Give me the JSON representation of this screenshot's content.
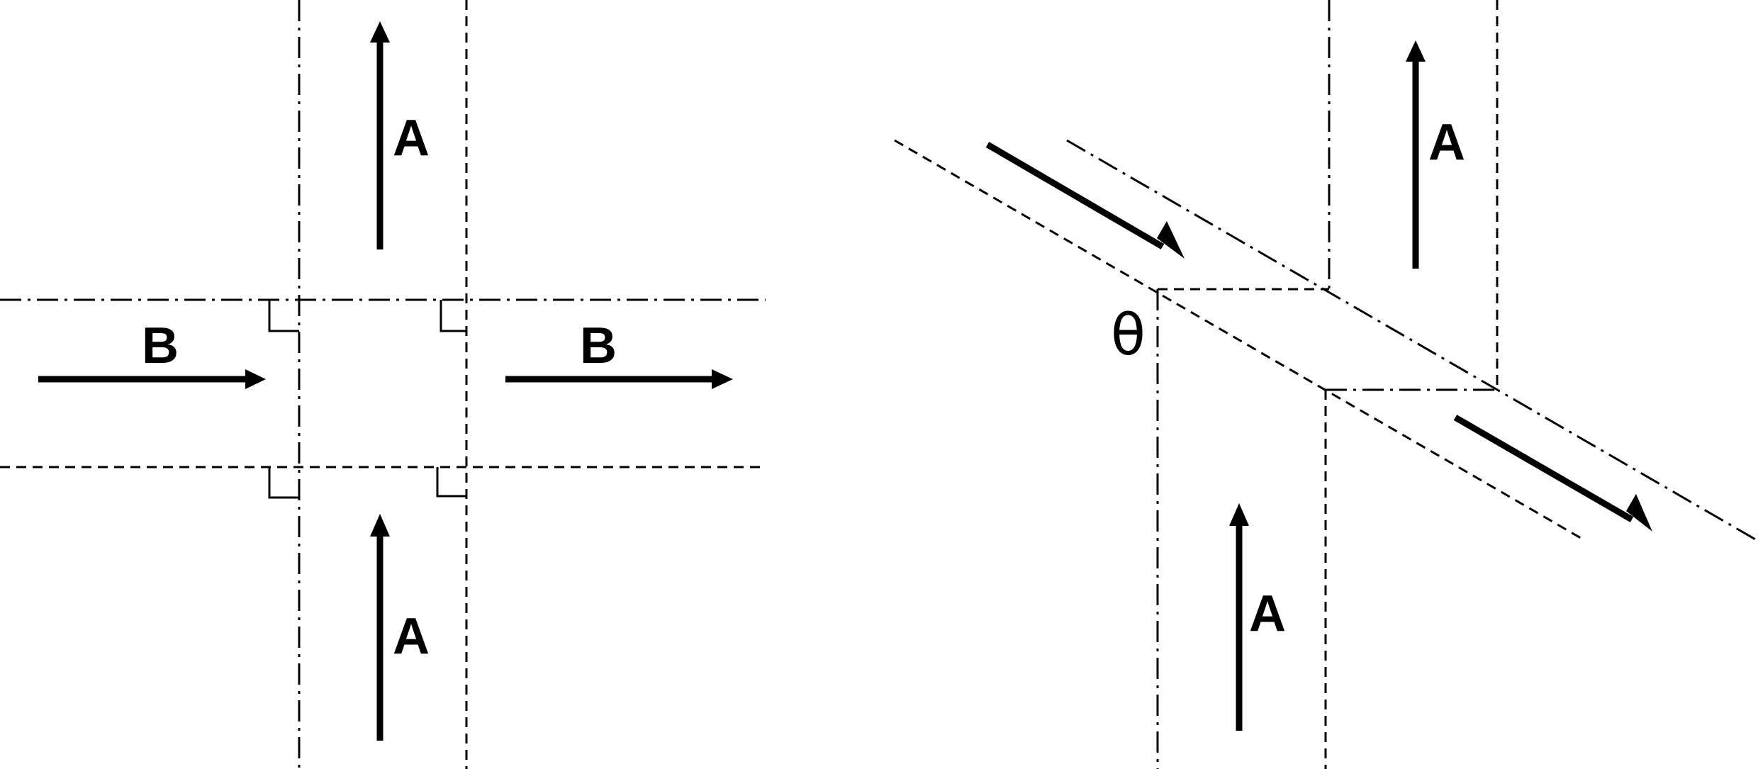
{
  "left_figure": {
    "beam_a_top_label": "A",
    "beam_a_bottom_label": "A",
    "beam_b_left_label": "B",
    "beam_b_right_label": "B"
  },
  "right_figure": {
    "beam_a_top_label": "A",
    "beam_a_bottom_label": "A",
    "angle_label": "θ"
  }
}
